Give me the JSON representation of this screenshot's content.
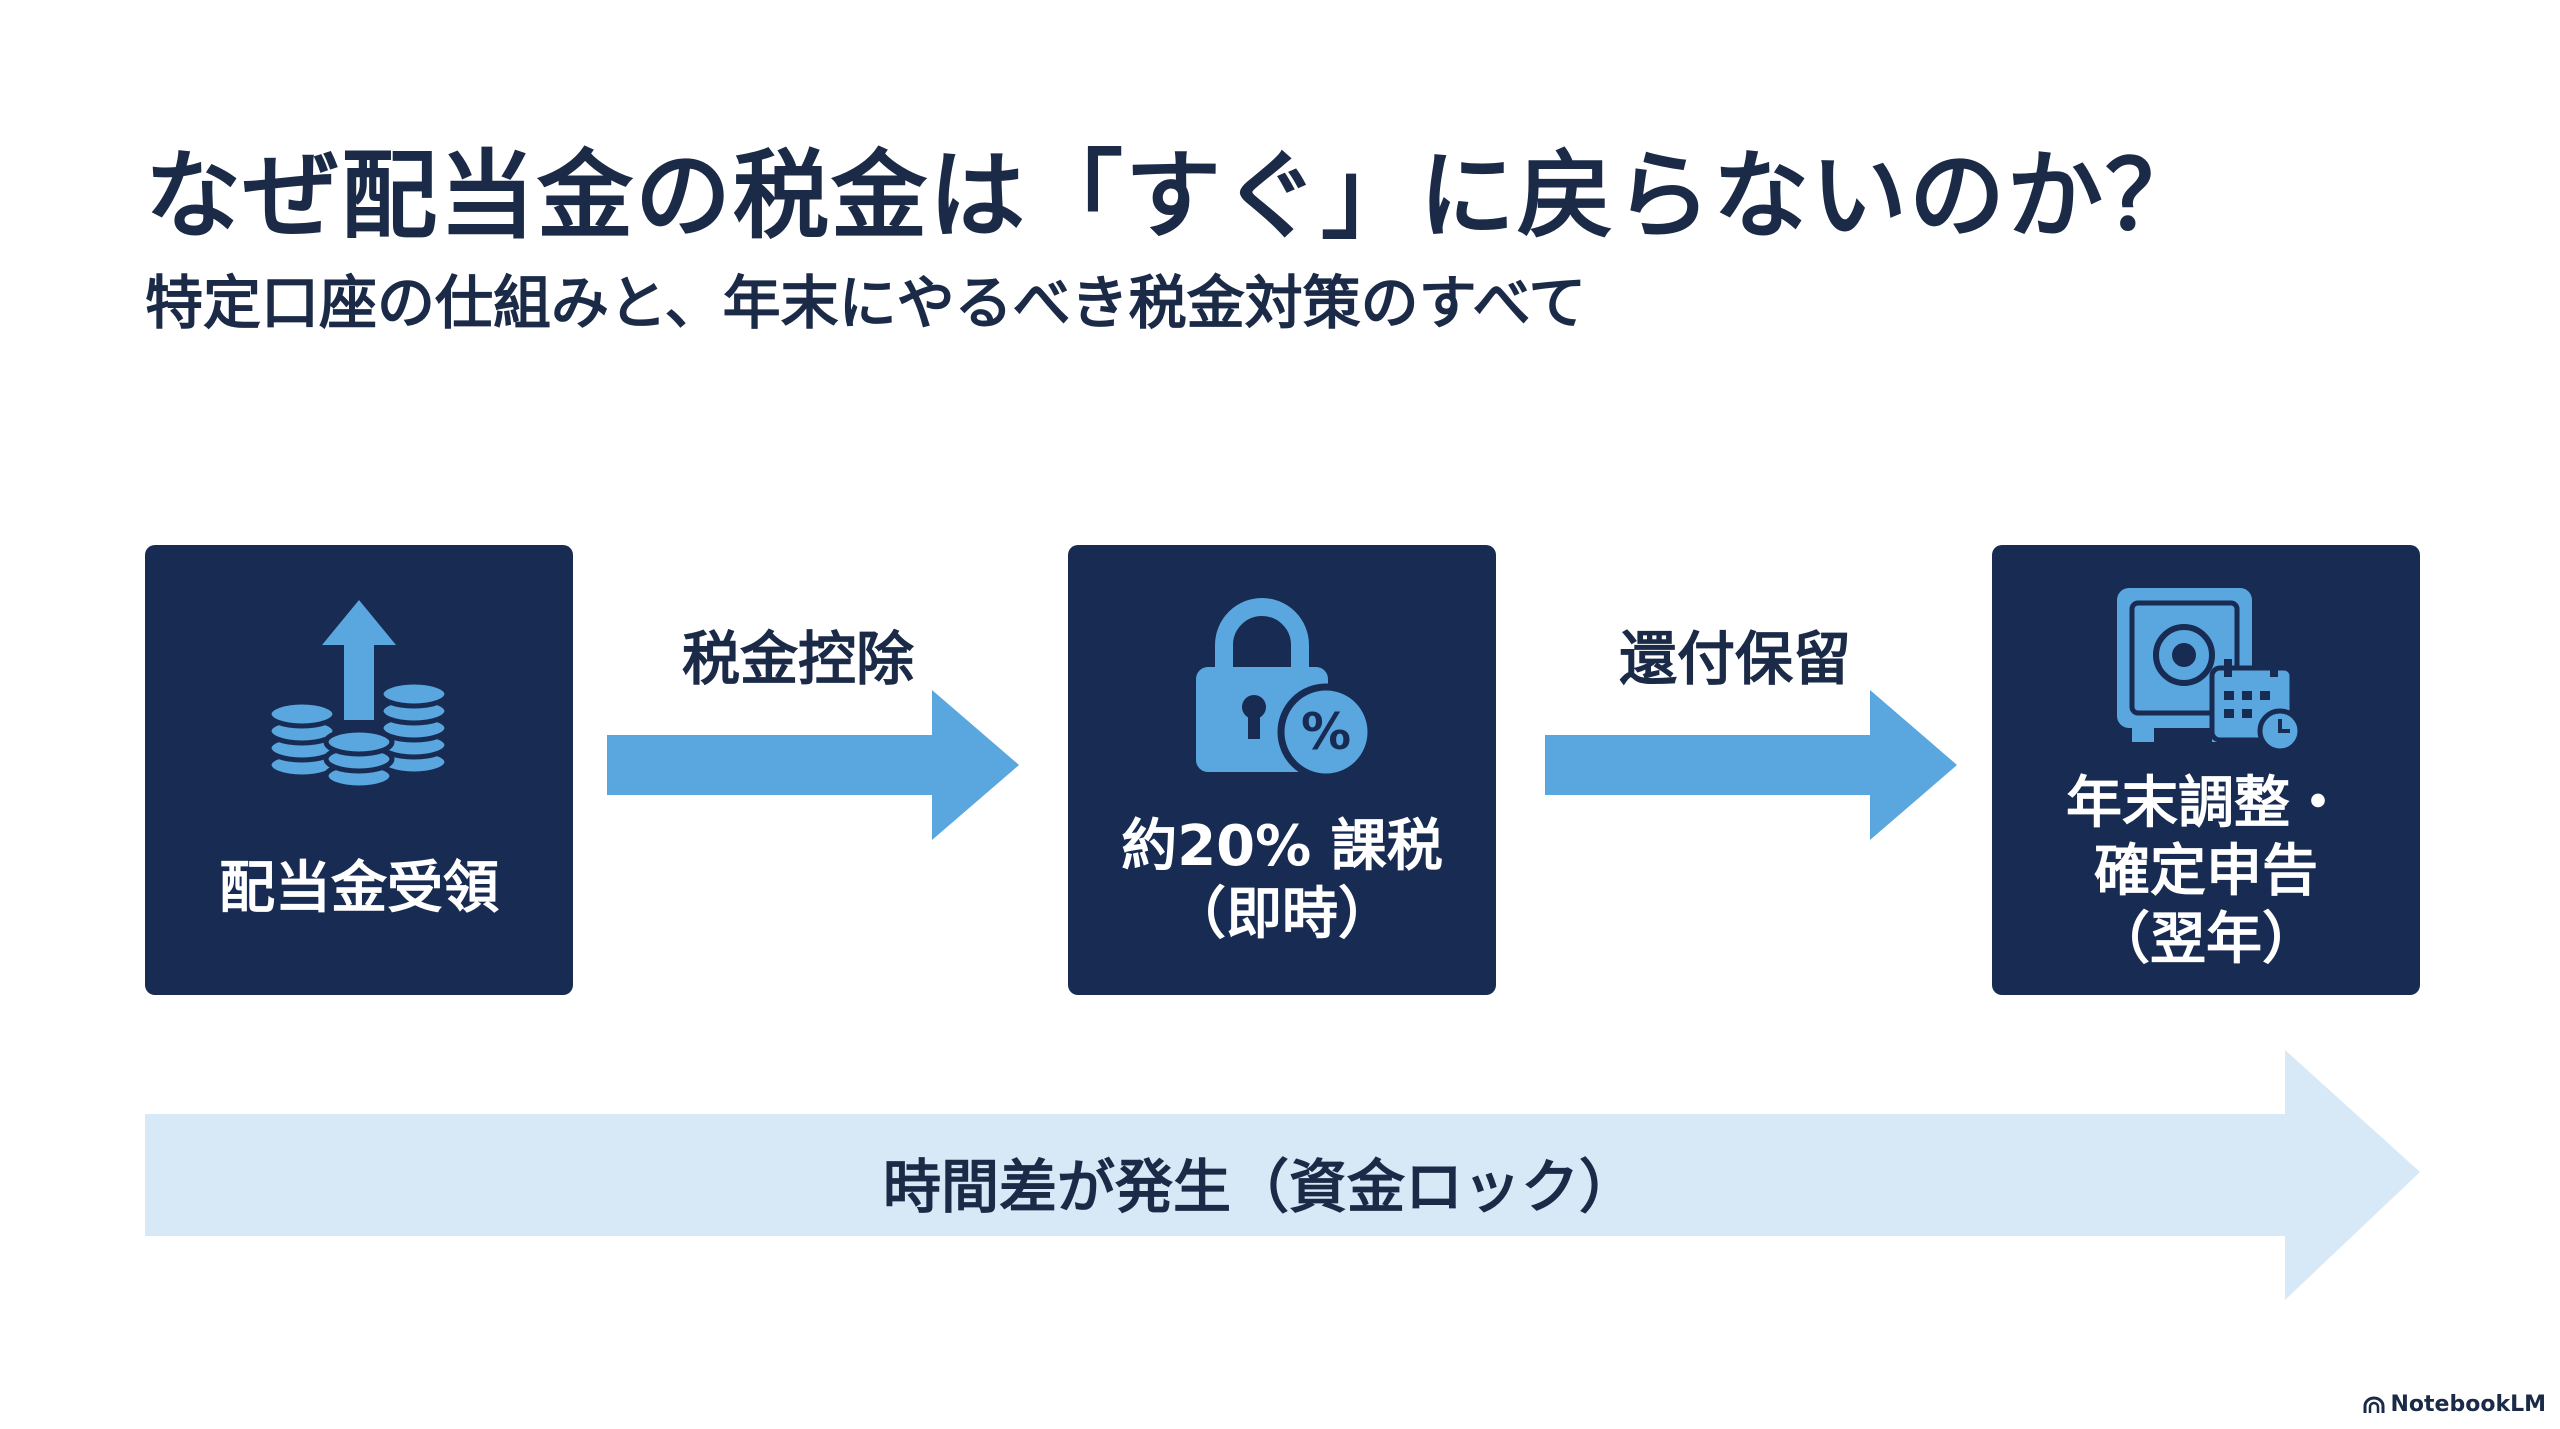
{
  "header": {
    "title": "なぜ配当金の税金は「すぐ」に戻らないのか？",
    "subtitle": "特定口座の仕組みと、年末にやるべき税金対策のすべて"
  },
  "flow": {
    "steps": [
      {
        "icon": "coins-up-arrow-icon",
        "lines": [
          "配当金受領"
        ]
      },
      {
        "icon": "lock-percent-icon",
        "lines": [
          "約20% 課税",
          "（即時）"
        ]
      },
      {
        "icon": "safe-calendar-icon",
        "lines": [
          "年末調整・",
          "確定申告",
          "（翌年）"
        ]
      }
    ],
    "arrows": [
      {
        "label": "税金控除"
      },
      {
        "label": "還付保留"
      }
    ]
  },
  "timeline": {
    "label": "時間差が発生（資金ロック）"
  },
  "branding": {
    "name": "NotebookLM"
  },
  "colors": {
    "card": "#182b52",
    "arrow": "#5aa6df",
    "timeline": "#d7e8f7",
    "text": "#1b2a47"
  }
}
